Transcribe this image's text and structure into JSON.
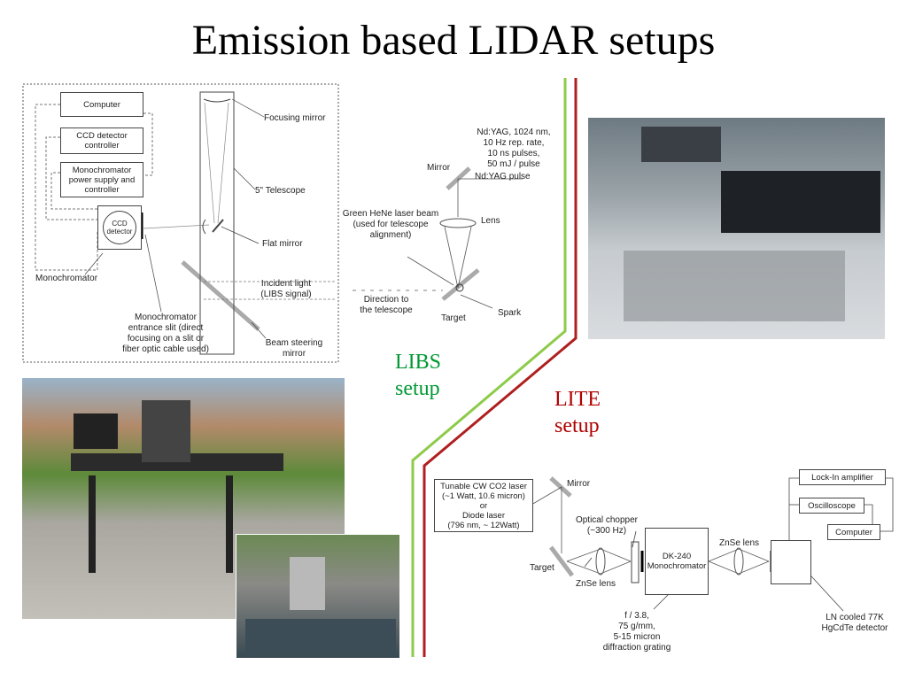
{
  "title": "Emission based LIDAR setups",
  "colors": {
    "libs": "#009933",
    "lite": "#b00000",
    "libs_line": "#8ecb4a",
    "lite_line": "#b01f1f"
  },
  "libs_diagram": {
    "computer": "Computer",
    "ccd_controller": [
      "CCD detector",
      "controller"
    ],
    "mono_power": [
      "Monochromator",
      "power supply and",
      "controller"
    ],
    "ccd_detector": [
      "CCD",
      "detector"
    ],
    "monochromator": "Monochromator",
    "focusing_mirror": "Focusing mirror",
    "telescope": "5\" Telescope",
    "flat_mirror": "Flat mirror",
    "incident_light": [
      "Incident light",
      "(LIBS signal)"
    ],
    "entrance_slit": [
      "Monochromator",
      "entrance slit (direct",
      "focusing on a slit or",
      "fiber optic cable used)"
    ],
    "beam_steering": [
      "Beam steering",
      "mirror"
    ],
    "laser_spec": [
      "Nd:YAG, 1024 nm,",
      "10 Hz rep. rate,",
      "10 ns pulses,",
      "50 mJ / pulse"
    ],
    "mirror": "Mirror",
    "ndyag_pulse": "Nd:YAG pulse",
    "green_hene": [
      "Green HeNe laser beam",
      "(used for telescope",
      "alignment)"
    ],
    "lens": "Lens",
    "direction": [
      "Direction to",
      "the telescope"
    ],
    "target": "Target",
    "spark": "Spark"
  },
  "libs_label": [
    "LIBS",
    "setup"
  ],
  "lite_label": [
    "LITE",
    "setup"
  ],
  "lite_diagram": {
    "laser_box": [
      "Tunable CW CO2 laser",
      "(~1 Watt, 10.6 micron)",
      "or",
      "Diode laser",
      "(796 nm, ~ 12Watt)"
    ],
    "mirror": "Mirror",
    "chopper": [
      "Optical chopper",
      "(~300 Hz)"
    ],
    "target": "Target",
    "znse_lens1": "ZnSe lens",
    "dk240": [
      "DK-240",
      "Monochromator"
    ],
    "znse_lens2": "ZnSe lens",
    "grating": [
      "f / 3.8,",
      "75 g/mm,",
      "5-15 micron",
      "diffraction grating"
    ],
    "lockin": "Lock-In amplifier",
    "oscilloscope": "Oscilloscope",
    "computer": "Computer",
    "detector": [
      "LN cooled 77K",
      "HgCdTe detector"
    ]
  }
}
